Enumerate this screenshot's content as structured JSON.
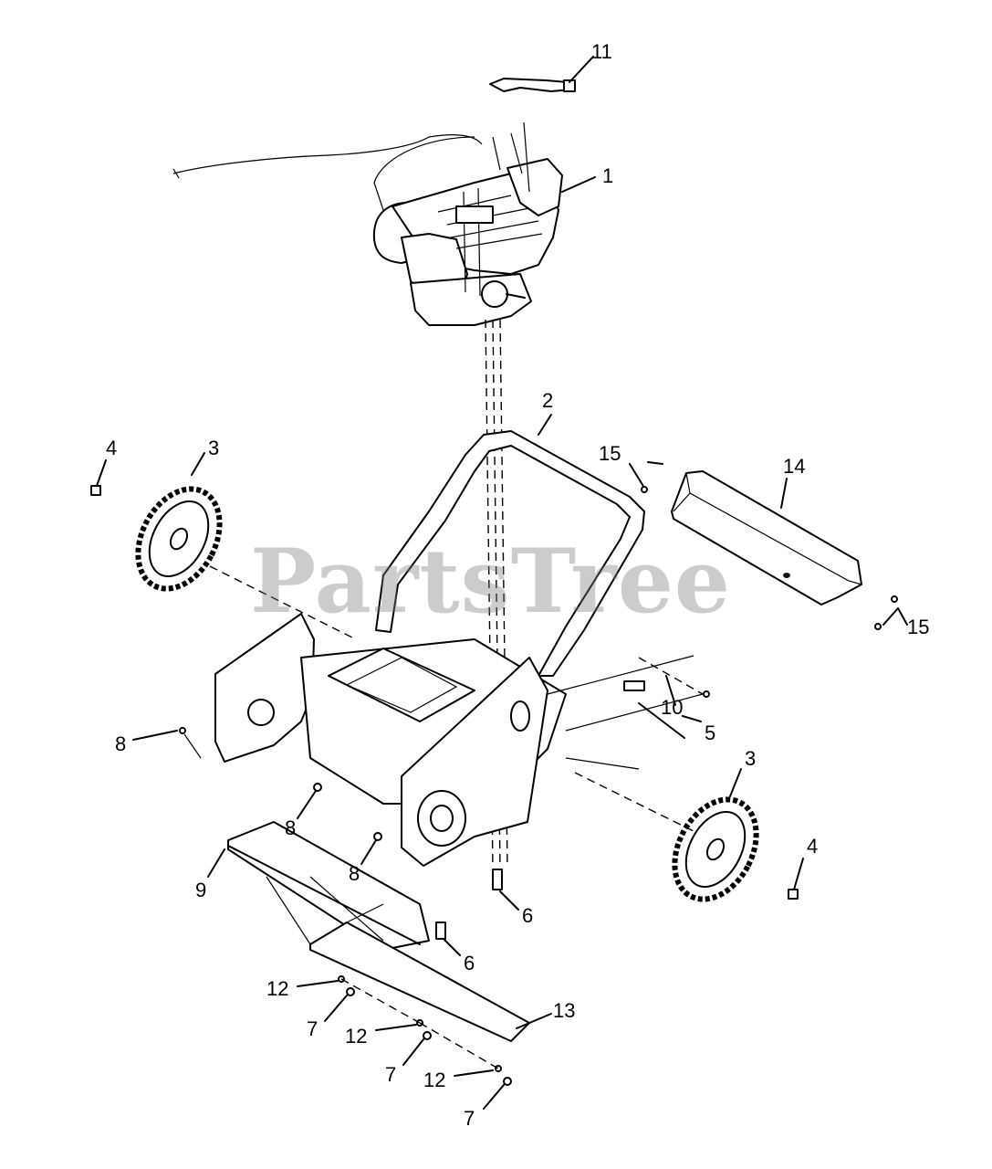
{
  "watermark": "PartsTree",
  "callouts": [
    {
      "id": "1",
      "label": "1"
    },
    {
      "id": "2",
      "label": "2"
    },
    {
      "id": "3a",
      "label": "3"
    },
    {
      "id": "3b",
      "label": "3"
    },
    {
      "id": "4a",
      "label": "4"
    },
    {
      "id": "4b",
      "label": "4"
    },
    {
      "id": "5",
      "label": "5"
    },
    {
      "id": "6a",
      "label": "6"
    },
    {
      "id": "6b",
      "label": "6"
    },
    {
      "id": "7a",
      "label": "7"
    },
    {
      "id": "7b",
      "label": "7"
    },
    {
      "id": "7c",
      "label": "7"
    },
    {
      "id": "8a",
      "label": "8"
    },
    {
      "id": "8b",
      "label": "8"
    },
    {
      "id": "8c",
      "label": "8"
    },
    {
      "id": "9",
      "label": "9"
    },
    {
      "id": "10",
      "label": "10"
    },
    {
      "id": "11",
      "label": "11"
    },
    {
      "id": "12a",
      "label": "12"
    },
    {
      "id": "12b",
      "label": "12"
    },
    {
      "id": "12c",
      "label": "12"
    },
    {
      "id": "13",
      "label": "13"
    },
    {
      "id": "14",
      "label": "14"
    },
    {
      "id": "15a",
      "label": "15"
    },
    {
      "id": "15b",
      "label": "15"
    }
  ]
}
